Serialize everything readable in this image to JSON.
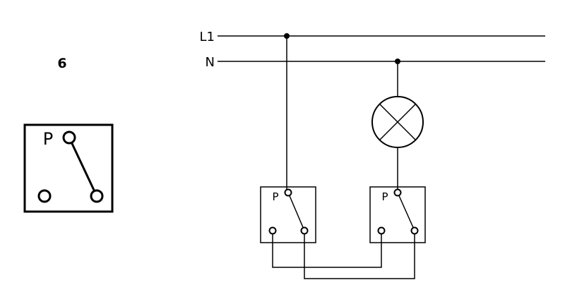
{
  "figure": {
    "number": "6"
  },
  "legend_switch": {
    "terminal_label": "P"
  },
  "lines": {
    "live_label": "L1",
    "neutral_label": "N"
  },
  "switch_left": {
    "terminal_label": "P"
  },
  "switch_right": {
    "terminal_label": "P"
  },
  "colors": {
    "stroke": "#000000",
    "background": "#ffffff"
  }
}
